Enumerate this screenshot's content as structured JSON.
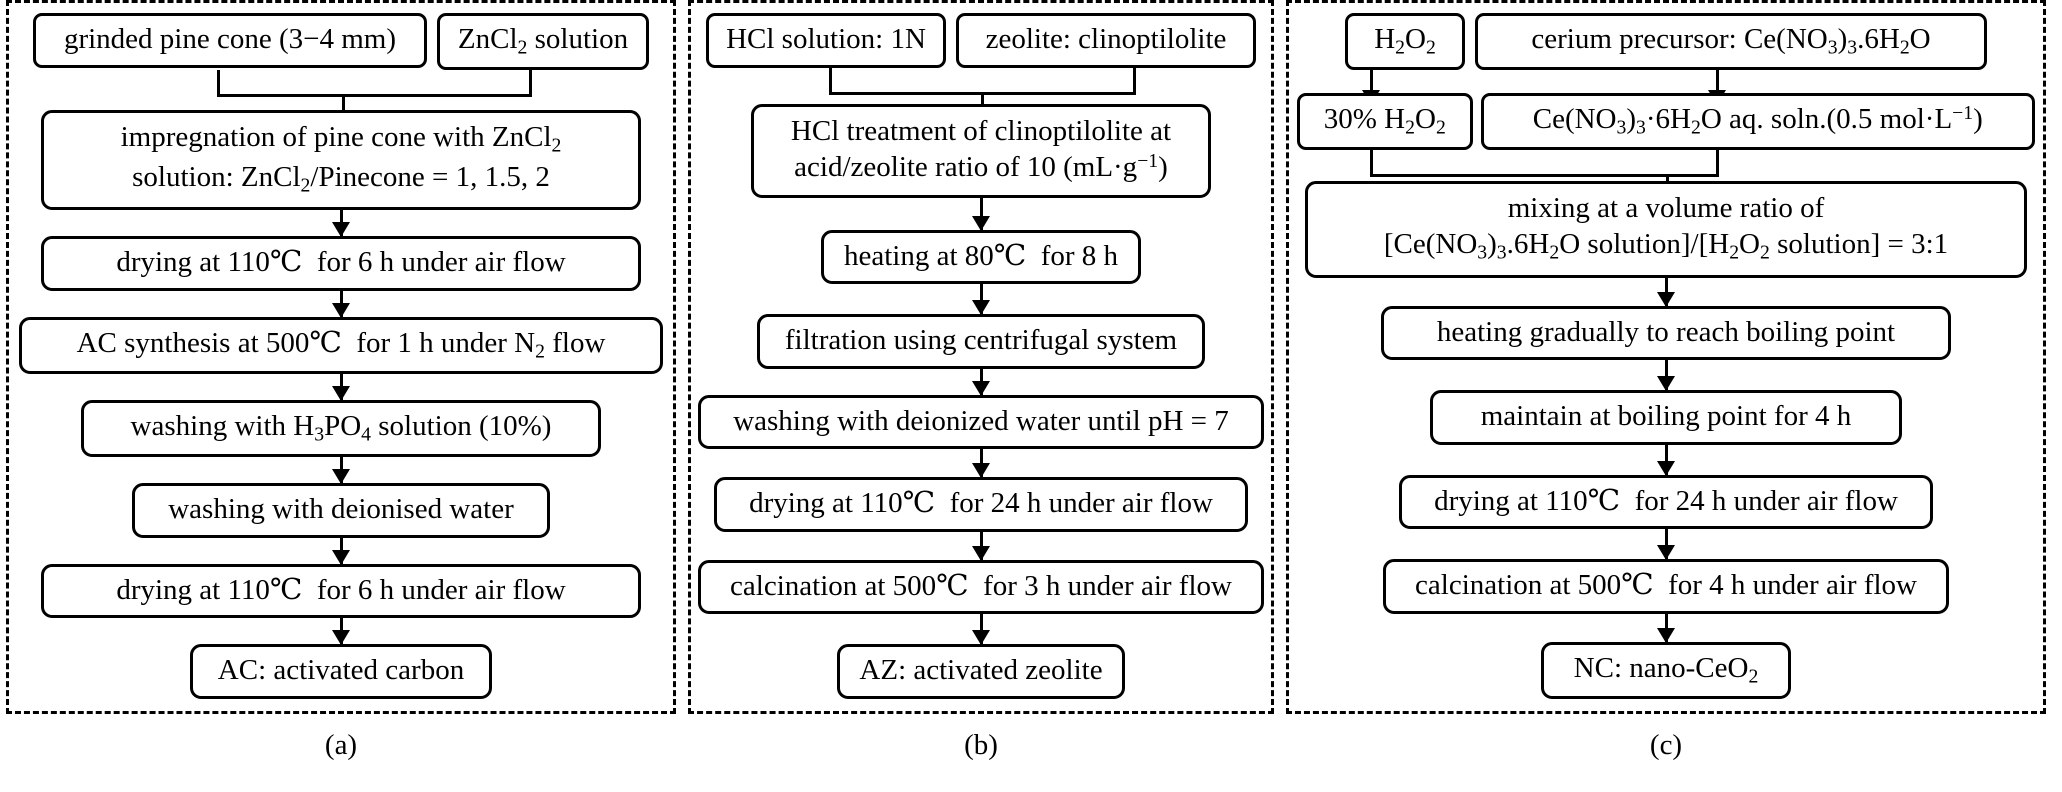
{
  "figure": {
    "type": "flowchart",
    "panels": [
      {
        "id": "a",
        "label": "(a)",
        "inputs": [
          {
            "name": "grinded-pine-cone",
            "text": "grinded pine cone (3−4 mm)"
          },
          {
            "name": "zncl2-solution",
            "text": "ZnCl2 solution"
          }
        ],
        "steps": [
          {
            "name": "impregnation",
            "text": "impregnation of pine cone with ZnCl2 solution: ZnCl2/Pinecone = 1, 1.5, 2"
          },
          {
            "name": "drying-110-6h",
            "text": "drying at 110℃ for 6 h under air flow"
          },
          {
            "name": "ac-synthesis-500",
            "text": "AC synthesis at 500℃ for 1 h under N2 flow"
          },
          {
            "name": "washing-h3po4",
            "text": "washing with H3PO4 solution (10%)"
          },
          {
            "name": "washing-deionised-water",
            "text": "washing with deionised water"
          },
          {
            "name": "drying-110-6h-2",
            "text": "drying at 110℃ for 6 h under air flow"
          }
        ],
        "product": {
          "name": "activated-carbon",
          "text": "AC: activated carbon"
        }
      },
      {
        "id": "b",
        "label": "(b)",
        "inputs": [
          {
            "name": "hcl-solution",
            "text": "HCl solution: 1N"
          },
          {
            "name": "zeolite-clinoptilolite",
            "text": "zeolite: clinoptilolite"
          }
        ],
        "steps": [
          {
            "name": "hcl-treatment",
            "text": "HCl treatment of clinoptilolite at acid/zeolite ratio of 10 (mL·g−1)"
          },
          {
            "name": "heating-80-8h",
            "text": "heating at 80℃ for 8 h"
          },
          {
            "name": "filtration-centrifugal",
            "text": "filtration using centrifugal system"
          },
          {
            "name": "washing-until-ph7",
            "text": "washing with deionized water until pH = 7"
          },
          {
            "name": "drying-110-24h",
            "text": "drying at 110℃ for 24 h under air flow"
          },
          {
            "name": "calcination-500-3h",
            "text": "calcination at 500℃ for 3 h under air flow"
          }
        ],
        "product": {
          "name": "activated-zeolite",
          "text": "AZ: activated zeolite"
        }
      },
      {
        "id": "c",
        "label": "(c)",
        "inputs": [
          {
            "name": "h2o2",
            "text": "H2O2"
          },
          {
            "name": "cerium-precursor",
            "text": "cerium precursor: Ce(NO3)3.6H2O"
          }
        ],
        "prepared": [
          {
            "name": "h2o2-30-percent",
            "text": "30% H2O2"
          },
          {
            "name": "ce-no3-aqueous-solution",
            "text": "Ce(NO3)3·6H2O aq. soln.(0.5 mol·L−1)"
          }
        ],
        "steps": [
          {
            "name": "mixing-volume-ratio",
            "text": "mixing at a volume ratio of [Ce(NO3)3.6H2O solution]/[H2O2 solution] = 3:1"
          },
          {
            "name": "heating-to-boiling",
            "text": "heating gradually to reach boiling point"
          },
          {
            "name": "maintain-boiling-4h",
            "text": "maintain at boiling point for 4 h"
          },
          {
            "name": "drying-110-24h",
            "text": "drying at 110℃ for 24 h under air flow"
          },
          {
            "name": "calcination-500-4h",
            "text": "calcination at 500℃ for 4 h under air flow"
          }
        ],
        "product": {
          "name": "nano-ceo2",
          "text": "NC: nano-CeO2"
        }
      }
    ]
  }
}
